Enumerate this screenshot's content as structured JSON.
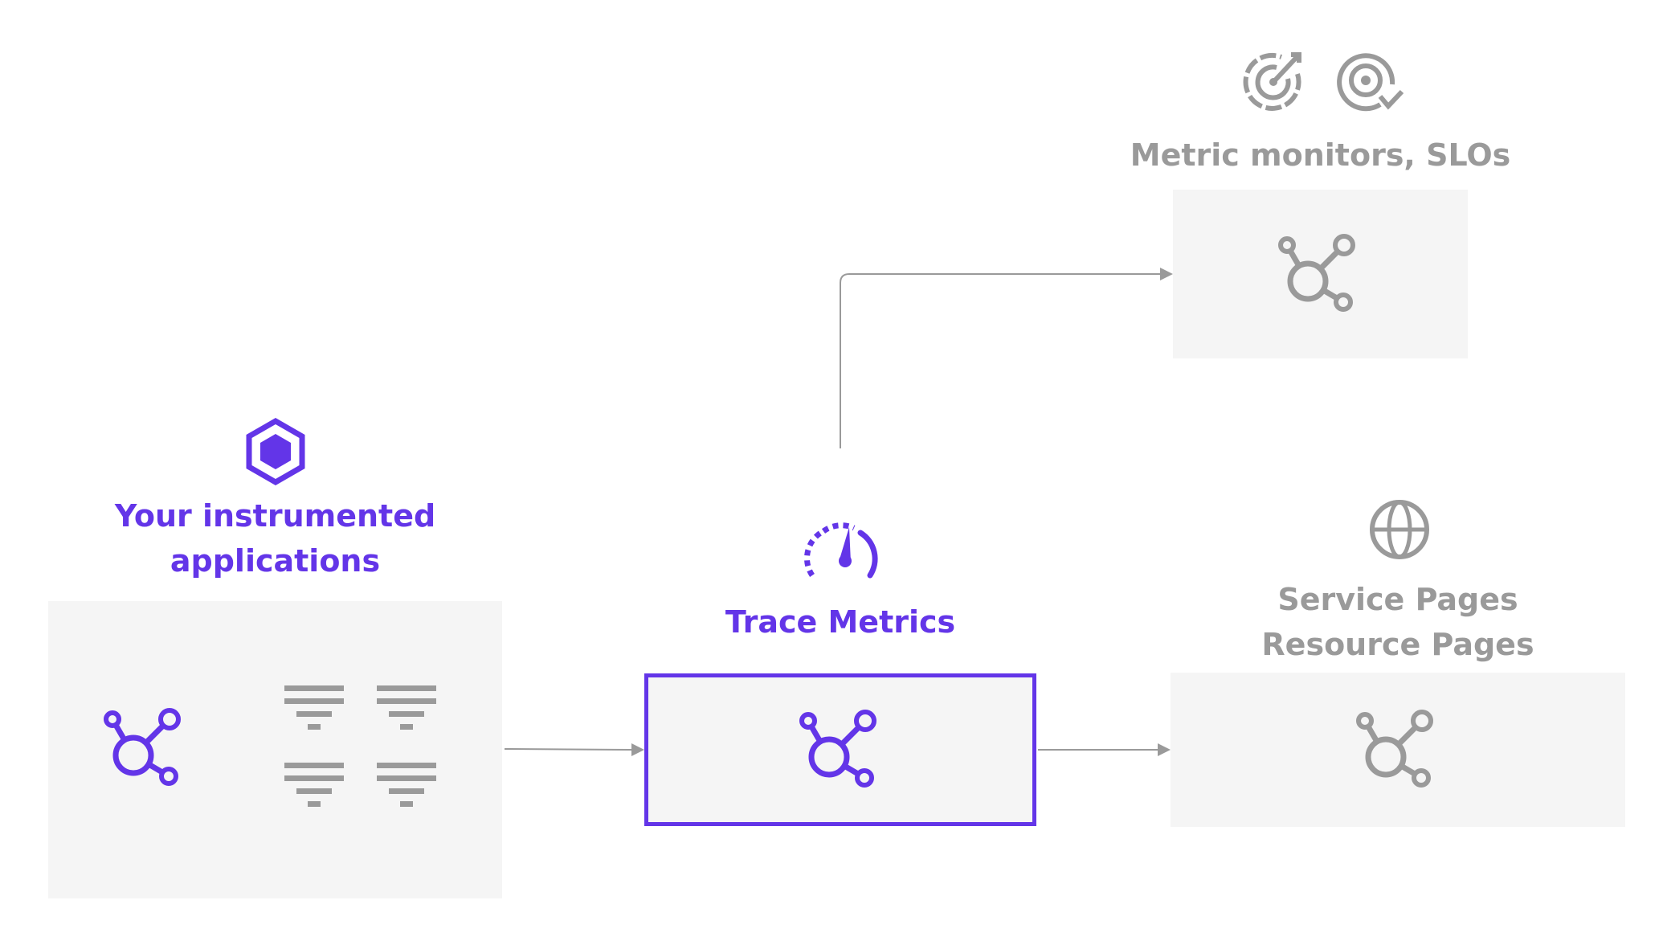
{
  "colors": {
    "accent": "#6335e8",
    "gray": "#9a9a9a",
    "box_fill": "#f5f5f5",
    "arrow": "#9a9a9a"
  },
  "nodes": {
    "apps": {
      "label_line1": "Your instrumented",
      "label_line2": "applications",
      "header_icon": "hexagon-icon",
      "icons": [
        "hub-icon",
        "filter-icon",
        "filter-icon",
        "filter-icon",
        "filter-icon"
      ]
    },
    "trace_metrics": {
      "label": "Trace Metrics",
      "header_icon": "speedometer-icon",
      "icons": [
        "hub-icon"
      ]
    },
    "monitors": {
      "label": "Metric monitors, SLOs",
      "header_icons": [
        "target-check-icon",
        "target-search-icon"
      ],
      "icons": [
        "hub-icon"
      ]
    },
    "pages": {
      "label_line1": "Service Pages",
      "label_line2": "Resource Pages",
      "header_icon": "globe-icon",
      "icons": [
        "hub-icon"
      ]
    }
  },
  "edges": [
    {
      "from": "apps",
      "to": "trace_metrics"
    },
    {
      "from": "trace_metrics",
      "to": "pages"
    },
    {
      "from": "trace_metrics",
      "to": "monitors"
    }
  ]
}
